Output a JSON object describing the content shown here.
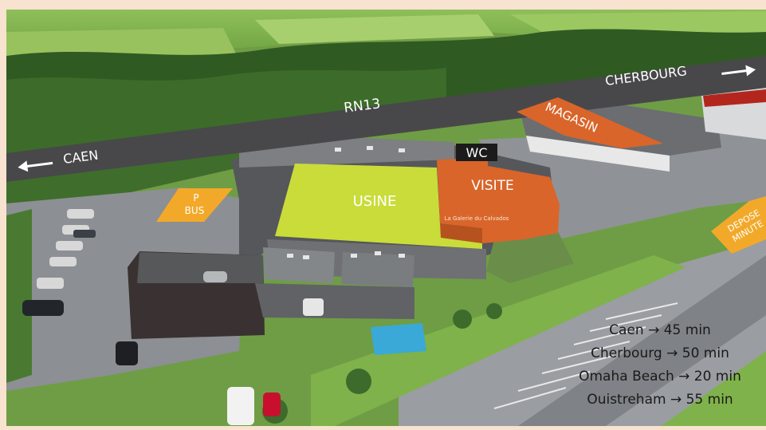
{
  "road": {
    "name": "RN13",
    "left_label": "CAEN",
    "right_label": "CHERBOURG",
    "left_arrow": "arrow-left-icon",
    "right_arrow": "arrow-right-icon"
  },
  "zones": {
    "usine": "USINE",
    "visite": "VISITE",
    "wc": "WC",
    "magasin": "MAGASIN",
    "bus_p": "P",
    "bus": "BUS",
    "depose_line1": "DEPOSE",
    "depose_line2": "MINUTE",
    "building_sign": "La Galerie du Calvados"
  },
  "travel_times": [
    "Caen → 45 min",
    "Cherbourg → 50 min",
    "Omaha Beach → 20 min",
    "Ouistreham → 55 min"
  ],
  "colors": {
    "usine": "#c9dc3a",
    "visite": "#d9652a",
    "magasin": "#d9652a",
    "bus": "#f2a92a",
    "depose": "#f2a92a",
    "road": "#4a4a4c",
    "frame": "#f7e3cf"
  }
}
